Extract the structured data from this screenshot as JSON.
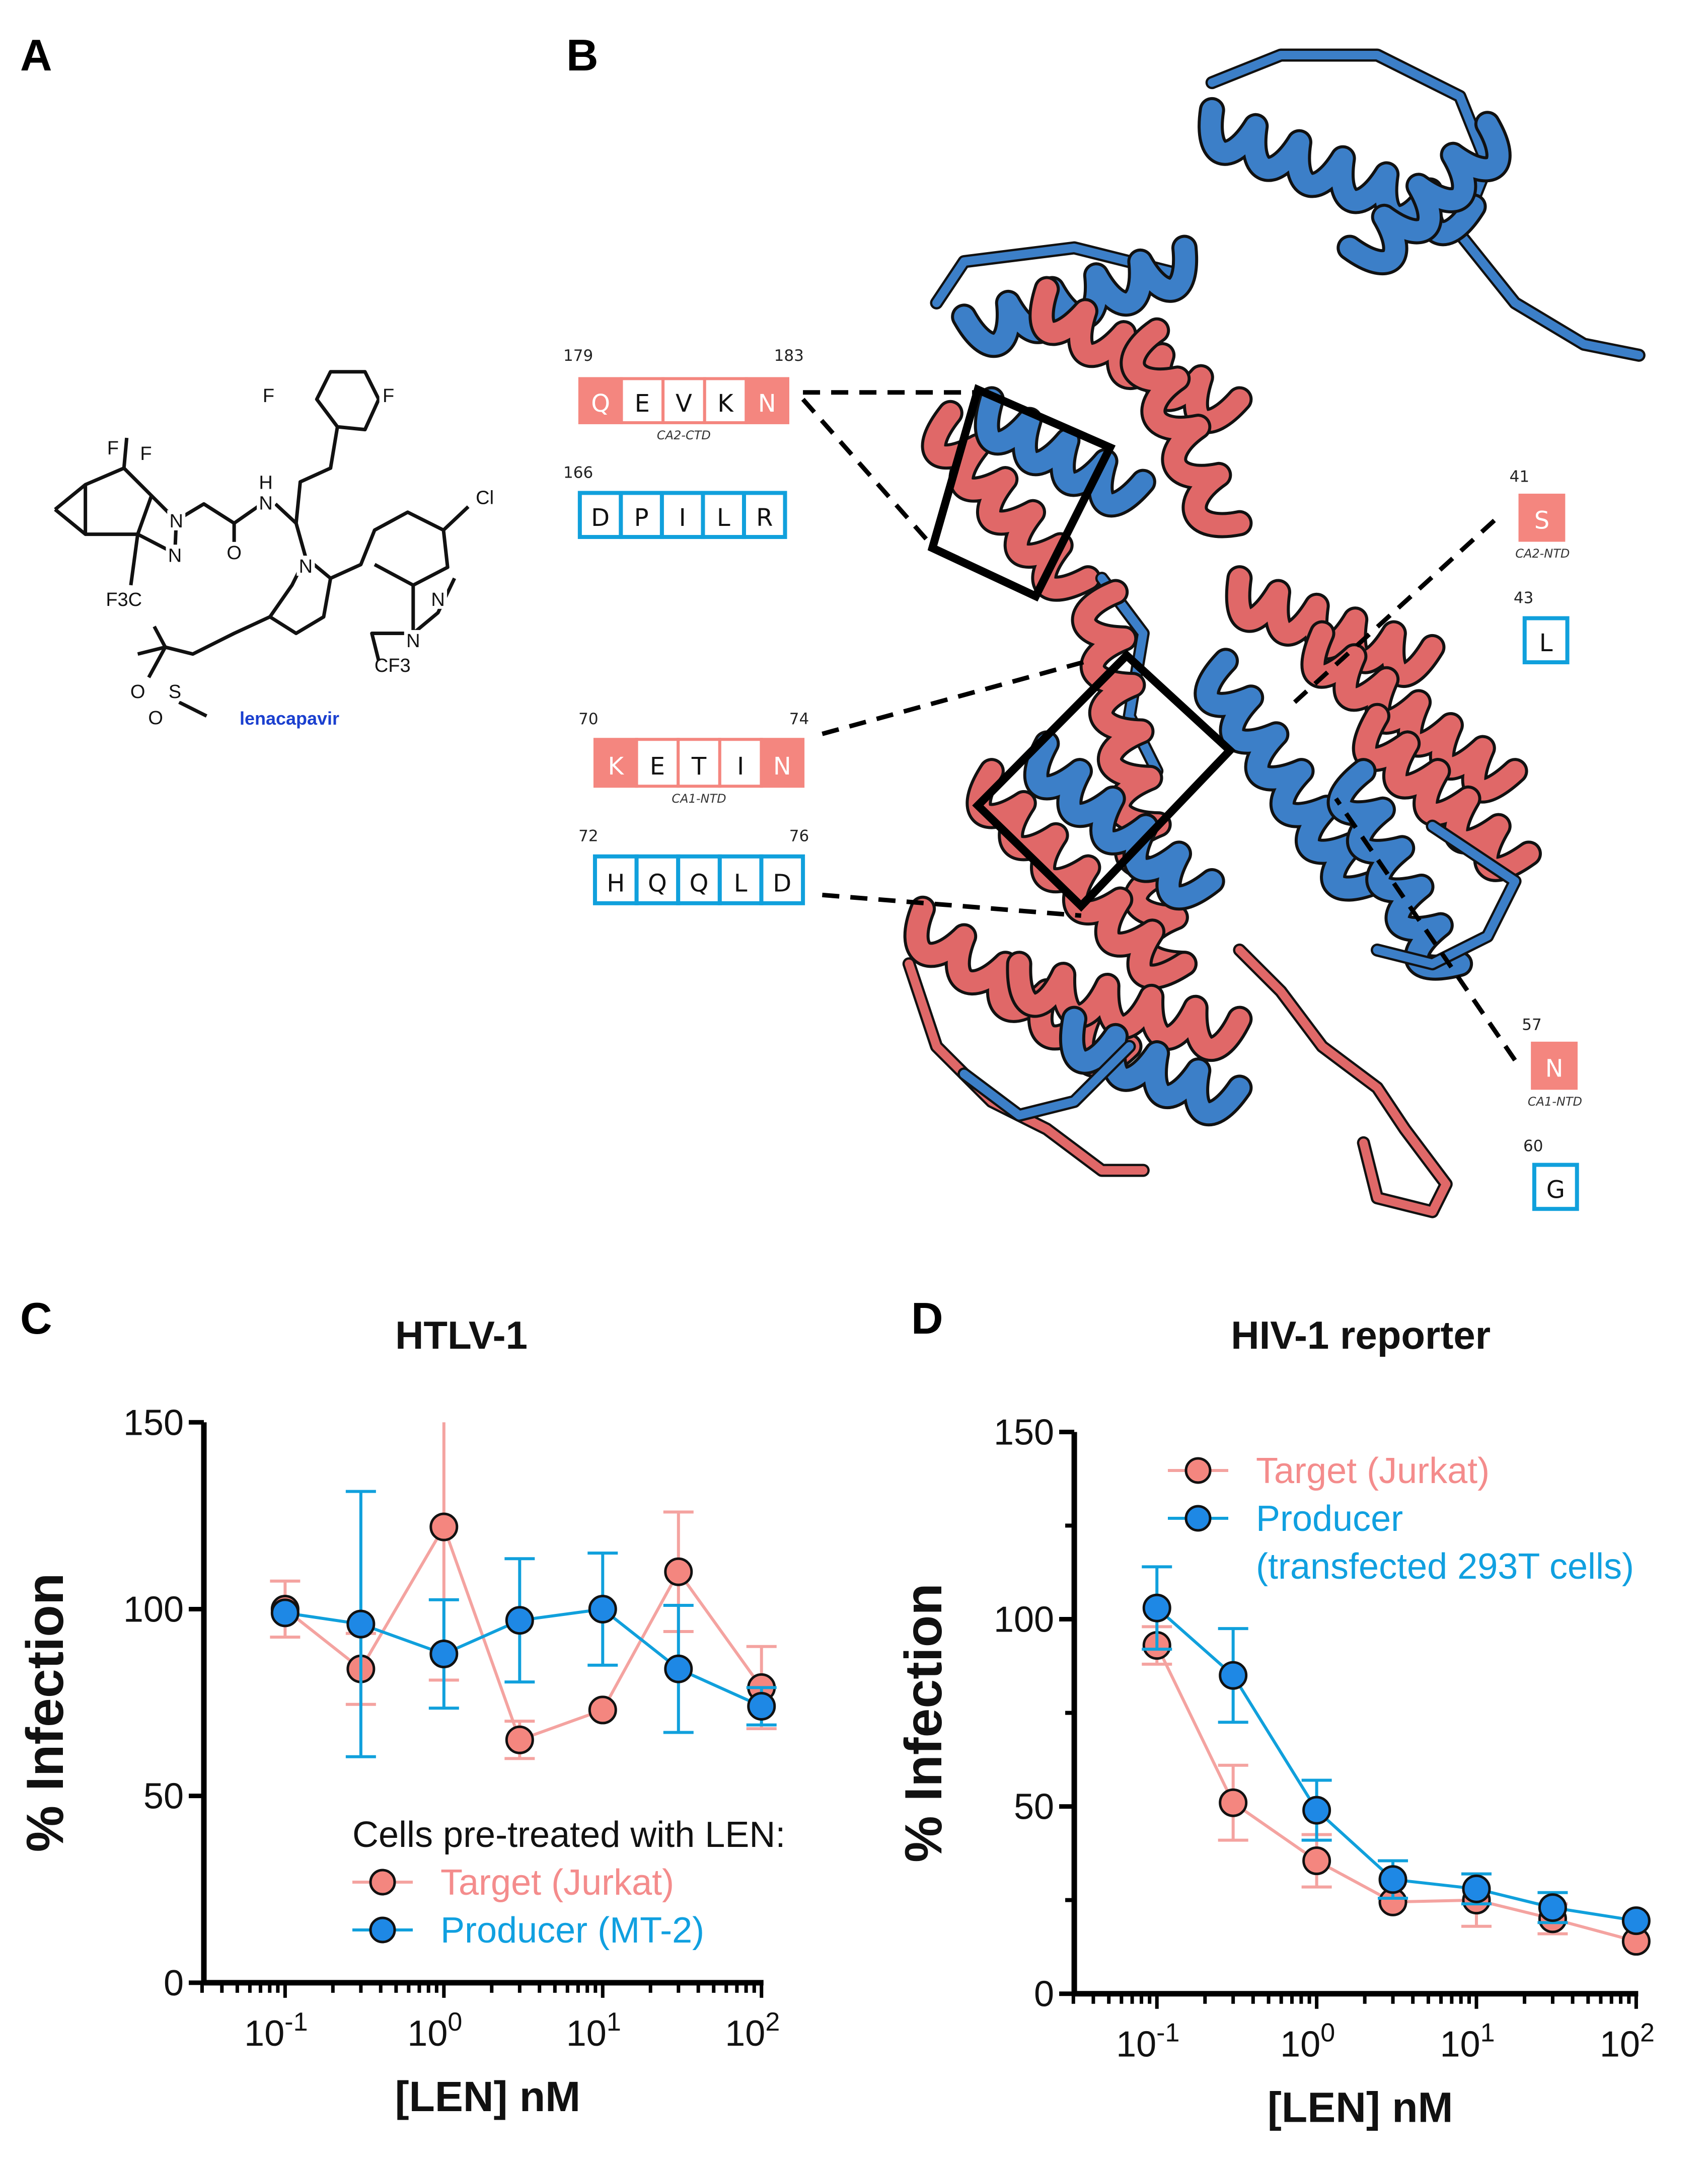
{
  "panels": {
    "a": "A",
    "b": "B",
    "c": "C",
    "d": "D"
  },
  "structure": {
    "name": "lenacapavir",
    "atom_labels": [
      "F",
      "F",
      "F",
      "F",
      "N",
      "N",
      "H",
      "N",
      "O",
      "N",
      "Cl",
      "N",
      "N",
      "F3C",
      "CF3",
      "O",
      "S",
      "O"
    ]
  },
  "colors": {
    "target": "#F4867F",
    "target_line": "#F4A3A0",
    "producer": "#1E88E5",
    "producer_line": "#10A0DC",
    "target_text": "#F48C8C",
    "producer_text": "#10A0E0"
  },
  "alignment": {
    "left": [
      {
        "start": "179",
        "end": "183",
        "residues": [
          "Q",
          "E",
          "V",
          "K",
          "N"
        ],
        "highlight": [
          true,
          false,
          false,
          false,
          true
        ],
        "domain": "CA2-CTD",
        "kind": "target"
      },
      {
        "start": "166",
        "end": "",
        "residues": [
          "D",
          "P",
          "I",
          "L",
          "R"
        ],
        "highlight": [
          false,
          false,
          false,
          false,
          false
        ],
        "domain": "",
        "kind": "producer"
      },
      {
        "start": "70",
        "end": "74",
        "residues": [
          "K",
          "E",
          "T",
          "I",
          "N"
        ],
        "highlight": [
          true,
          false,
          false,
          false,
          true
        ],
        "domain": "CA1-NTD",
        "kind": "target"
      },
      {
        "start": "72",
        "end": "76",
        "residues": [
          "H",
          "Q",
          "Q",
          "L",
          "D"
        ],
        "highlight": [
          false,
          false,
          false,
          false,
          false
        ],
        "domain": "",
        "kind": "producer"
      }
    ],
    "right": [
      {
        "start": "41",
        "residues": [
          "S"
        ],
        "domain": "CA2-NTD",
        "kind": "target"
      },
      {
        "start": "43",
        "residues": [
          "L"
        ],
        "domain": "",
        "kind": "producer"
      },
      {
        "start": "57",
        "residues": [
          "N"
        ],
        "domain": "CA1-NTD",
        "kind": "target"
      },
      {
        "start": "60",
        "residues": [
          "G"
        ],
        "domain": "",
        "kind": "producer"
      }
    ]
  },
  "chart_data": [
    {
      "type": "line",
      "title": "HTLV-1",
      "xlabel": "[LEN] nM",
      "ylabel": "% Infection",
      "xscale": "log",
      "xlim": [
        0.03,
        100
      ],
      "ylim": [
        0,
        150
      ],
      "yticks": [
        "0",
        "50",
        "100",
        "150"
      ],
      "xticks": [
        {
          "base": "10",
          "exp": "-1"
        },
        {
          "base": "10",
          "exp": "0"
        },
        {
          "base": "10",
          "exp": "1"
        },
        {
          "base": "10",
          "exp": "2"
        }
      ],
      "legend_title": "Cells pre-treated with LEN:",
      "legend_position": "bottom-right",
      "x": [
        0.1,
        0.3,
        1,
        3,
        10,
        30,
        100
      ],
      "series": [
        {
          "name": "Target (Jurkat)",
          "color_key": "target",
          "values": [
            100,
            84,
            122,
            65,
            73,
            110,
            79
          ],
          "errors": [
            7.5,
            9.5,
            41,
            5,
            0,
            16,
            11
          ]
        },
        {
          "name": "Producer (MT-2)",
          "color_key": "producer",
          "values": [
            99,
            96,
            88,
            97,
            100,
            84,
            74
          ],
          "errors": [
            0,
            35.5,
            14.5,
            16.5,
            15,
            17,
            5
          ]
        }
      ]
    },
    {
      "type": "line",
      "title": "HIV-1 reporter",
      "xlabel": "[LEN] nM",
      "ylabel": "% Infection",
      "xscale": "log",
      "xlim": [
        0.03,
        100
      ],
      "ylim": [
        0,
        150
      ],
      "yticks": [
        "0",
        "50",
        "100",
        "150"
      ],
      "xticks": [
        {
          "base": "10",
          "exp": "-1"
        },
        {
          "base": "10",
          "exp": "0"
        },
        {
          "base": "10",
          "exp": "1"
        },
        {
          "base": "10",
          "exp": "2"
        }
      ],
      "legend_position": "top-right",
      "x": [
        0.1,
        0.3,
        1,
        3,
        10,
        30,
        100
      ],
      "series": [
        {
          "name": "Target (Jurkat)",
          "name_line2": "",
          "color_key": "target",
          "values": [
            93,
            51,
            35.5,
            24.5,
            25,
            20,
            14
          ],
          "errors": [
            5,
            10,
            7,
            0,
            7,
            4,
            0
          ]
        },
        {
          "name": "Producer",
          "name_line2": "(transfected 293T cells)",
          "color_key": "producer",
          "values": [
            103,
            85,
            49,
            30.5,
            28,
            23,
            19.5
          ],
          "errors": [
            11,
            12.5,
            8,
            5,
            4,
            4,
            0
          ]
        }
      ]
    }
  ]
}
